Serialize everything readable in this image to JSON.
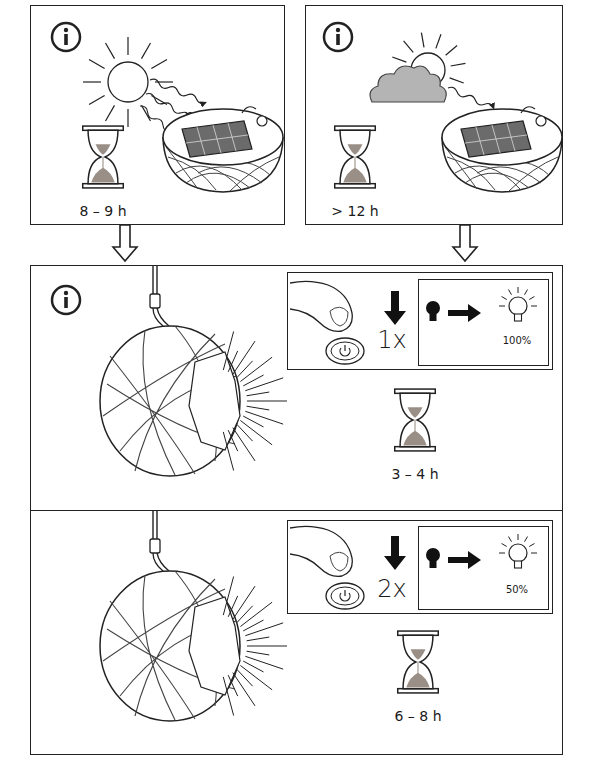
{
  "diagram": {
    "nodes": [
      {
        "text": [
          "8 – 9 h"
        ]
      },
      {
        "text": [
          "> 12 h"
        ]
      },
      {
        "text": [
          "3 – 4 h"
        ]
      },
      {
        "text": [
          "1x"
        ],
        "in": 2
      },
      {
        "text": [
          "100%"
        ],
        "in": 3
      },
      {
        "text": [
          "6 – 8 h"
        ]
      },
      {
        "text": [
          "2x"
        ],
        "in": 5
      },
      {
        "text": [
          "50%"
        ],
        "in": 6
      }
    ],
    "edges": [
      {
        "from": 0,
        "to": 2,
        "arrow": "to"
      },
      {
        "from": 1,
        "to": 2,
        "arrow": "to"
      }
    ]
  }
}
